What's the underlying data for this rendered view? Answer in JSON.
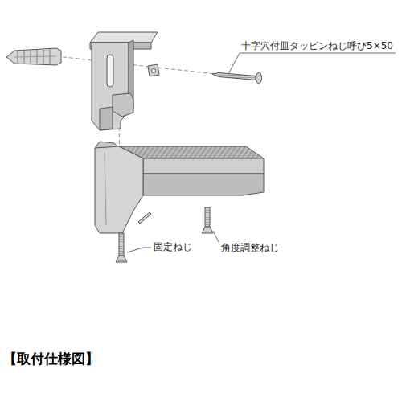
{
  "diagram": {
    "caption": "【取付仕様図】",
    "labels": [
      "十字穴付皿タッピンねじ呼び5×50",
      "固定ねじ",
      "角度調整ねじ"
    ]
  }
}
